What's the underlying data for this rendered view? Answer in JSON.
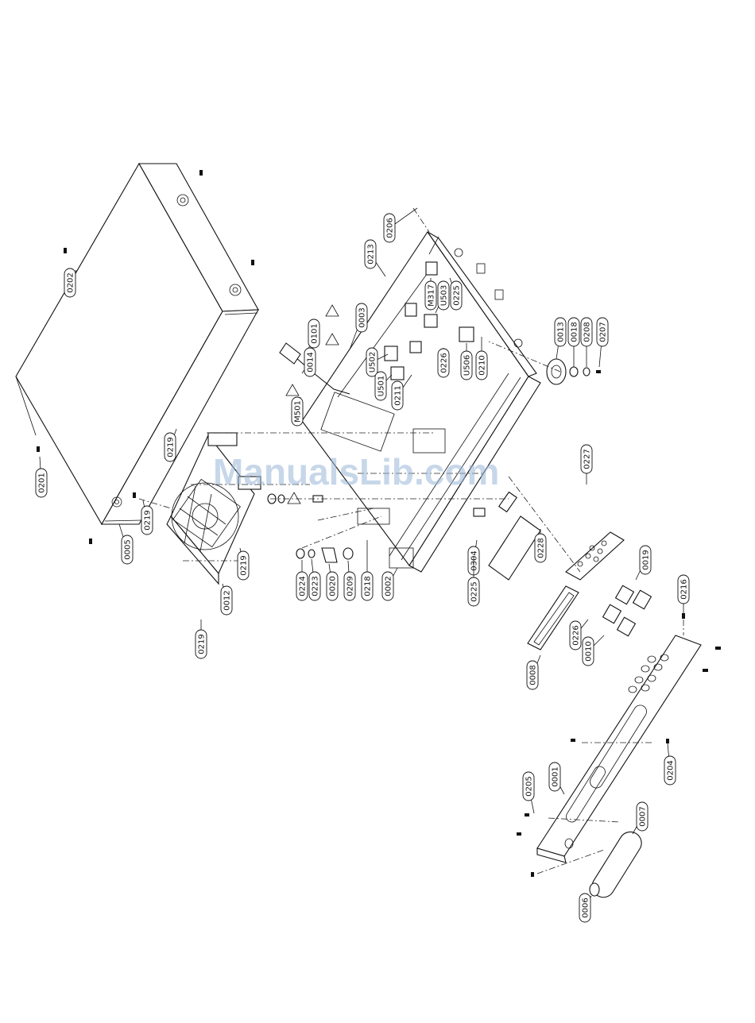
{
  "watermark": "ManualsLib.com",
  "parts": [
    {
      "id": "p0202",
      "label": "0202"
    },
    {
      "id": "p0201",
      "label": "0201"
    },
    {
      "id": "p0005",
      "label": "0005"
    },
    {
      "id": "p0219a",
      "label": "0219"
    },
    {
      "id": "p0219b",
      "label": "0219"
    },
    {
      "id": "p0219c",
      "label": "0219"
    },
    {
      "id": "p0219d",
      "label": "0219"
    },
    {
      "id": "p0012",
      "label": "0012"
    },
    {
      "id": "p0206",
      "label": "0206"
    },
    {
      "id": "p0213",
      "label": "0213"
    },
    {
      "id": "p0003",
      "label": "0003"
    },
    {
      "id": "p0101",
      "label": "0101"
    },
    {
      "id": "p0014",
      "label": "0014"
    },
    {
      "id": "pM501",
      "label": "M501"
    },
    {
      "id": "pU502",
      "label": "U502"
    },
    {
      "id": "pU501",
      "label": "U501"
    },
    {
      "id": "p0211",
      "label": "0211"
    },
    {
      "id": "pM317",
      "label": "M317"
    },
    {
      "id": "pU503",
      "label": "U503"
    },
    {
      "id": "p0225a",
      "label": "0225"
    },
    {
      "id": "p0226a",
      "label": "0226"
    },
    {
      "id": "pU506",
      "label": "U506"
    },
    {
      "id": "p0210",
      "label": "0210"
    },
    {
      "id": "p0013",
      "label": "0013"
    },
    {
      "id": "p0018",
      "label": "0018"
    },
    {
      "id": "p0208",
      "label": "0208"
    },
    {
      "id": "p0207",
      "label": "0207"
    },
    {
      "id": "p0224",
      "label": "0224"
    },
    {
      "id": "p0223",
      "label": "0223"
    },
    {
      "id": "p0020",
      "label": "0020"
    },
    {
      "id": "p0209",
      "label": "0209"
    },
    {
      "id": "p0218",
      "label": "0218"
    },
    {
      "id": "p0002",
      "label": "0002"
    },
    {
      "id": "p0304",
      "label": "0304"
    },
    {
      "id": "p0225b",
      "label": "0225"
    },
    {
      "id": "p0228",
      "label": "0228"
    },
    {
      "id": "p0227",
      "label": "0227"
    },
    {
      "id": "p0019",
      "label": "0019"
    },
    {
      "id": "p0216",
      "label": "0216"
    },
    {
      "id": "p0226b",
      "label": "0226"
    },
    {
      "id": "p0010",
      "label": "0010"
    },
    {
      "id": "p0008",
      "label": "0008"
    },
    {
      "id": "p0204",
      "label": "0204"
    },
    {
      "id": "p0205",
      "label": "0205"
    },
    {
      "id": "p0001",
      "label": "0001"
    },
    {
      "id": "p0007",
      "label": "0007"
    },
    {
      "id": "p0006",
      "label": "0006"
    }
  ]
}
